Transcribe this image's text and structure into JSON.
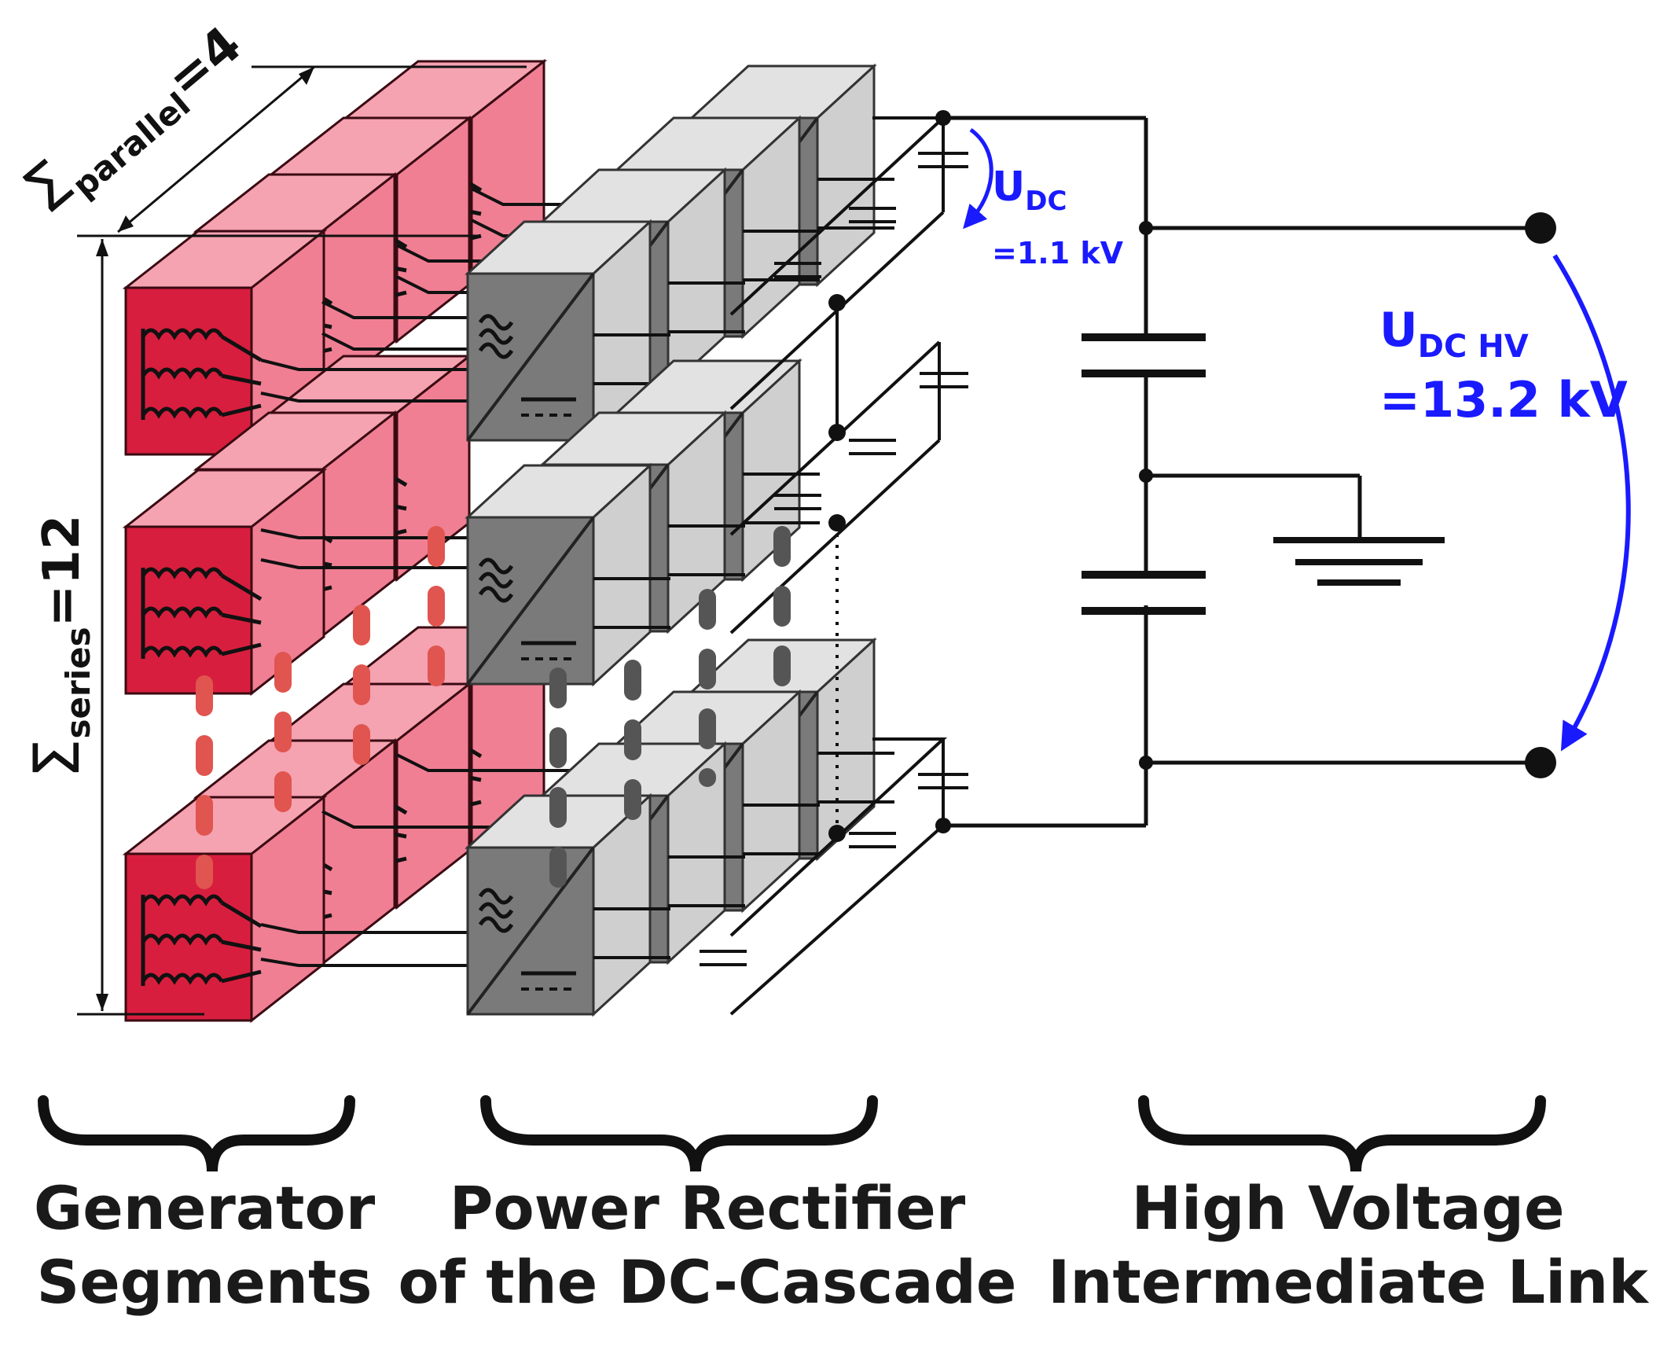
{
  "labels": {
    "parallel_sym": "Σ",
    "parallel_sub": "parallel",
    "parallel_val": "=4",
    "series_sym": "Σ",
    "series_sub": "series",
    "series_val": "=12",
    "udc_main": "U",
    "udc_sub": "DC",
    "udc_value": "=1.1 kV",
    "udchv_main": "U",
    "udchv_sub": "DC HV",
    "udchv_value": "=13.2 kV"
  },
  "sections": [
    {
      "line1": "Generator",
      "line2": "Segments"
    },
    {
      "line1": "Power Rectifier",
      "line2": "of the DC-Cascade"
    },
    {
      "line1": "High Voltage",
      "line2": "Intermediate Link"
    }
  ],
  "colors": {
    "generator_front": "#d81e3e",
    "generator_side": "#f07f93",
    "generator_top": "#f5a2b1",
    "rectifier_front": "#7a7a7a",
    "rectifier_side": "#cfcfcf",
    "rectifier_top": "#e2e2e2",
    "voltage_blue": "#1a1aff",
    "wire": "#111111",
    "dash_red": "#e0554f",
    "dash_gray": "#555555"
  }
}
